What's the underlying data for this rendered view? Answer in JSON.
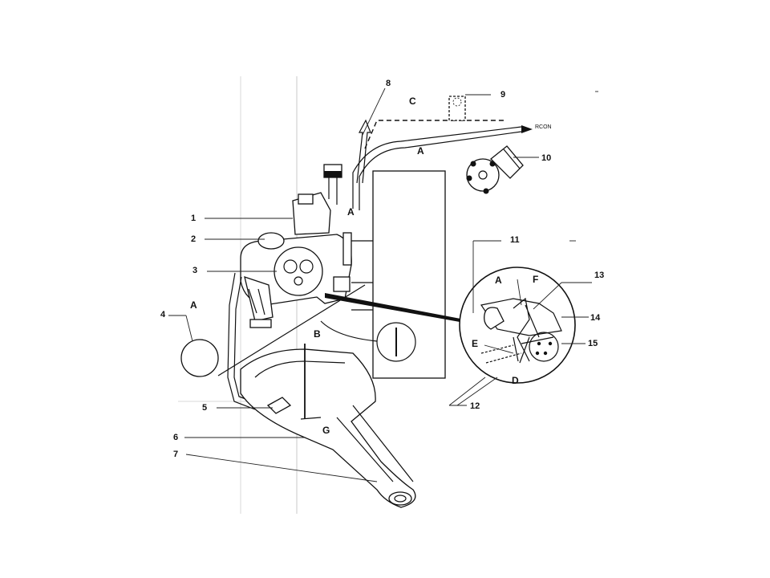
{
  "diagram": {
    "callouts": {
      "n1": "1",
      "n2": "2",
      "n3": "3",
      "n4": "4",
      "n5": "5",
      "n6": "6",
      "n7": "7",
      "n8": "8",
      "n9": "9",
      "n10": "10",
      "n11": "11",
      "n12": "12",
      "n13": "13",
      "n14": "14",
      "n15": "15"
    },
    "letters": {
      "a_pipe_top": "A",
      "a_pipe_left": "A",
      "a_pipe_mid": "A",
      "a_detail": "A",
      "b": "B",
      "c": "C",
      "d": "D",
      "e": "E",
      "f": "F",
      "g": "G"
    },
    "flow_label": "RCON"
  }
}
